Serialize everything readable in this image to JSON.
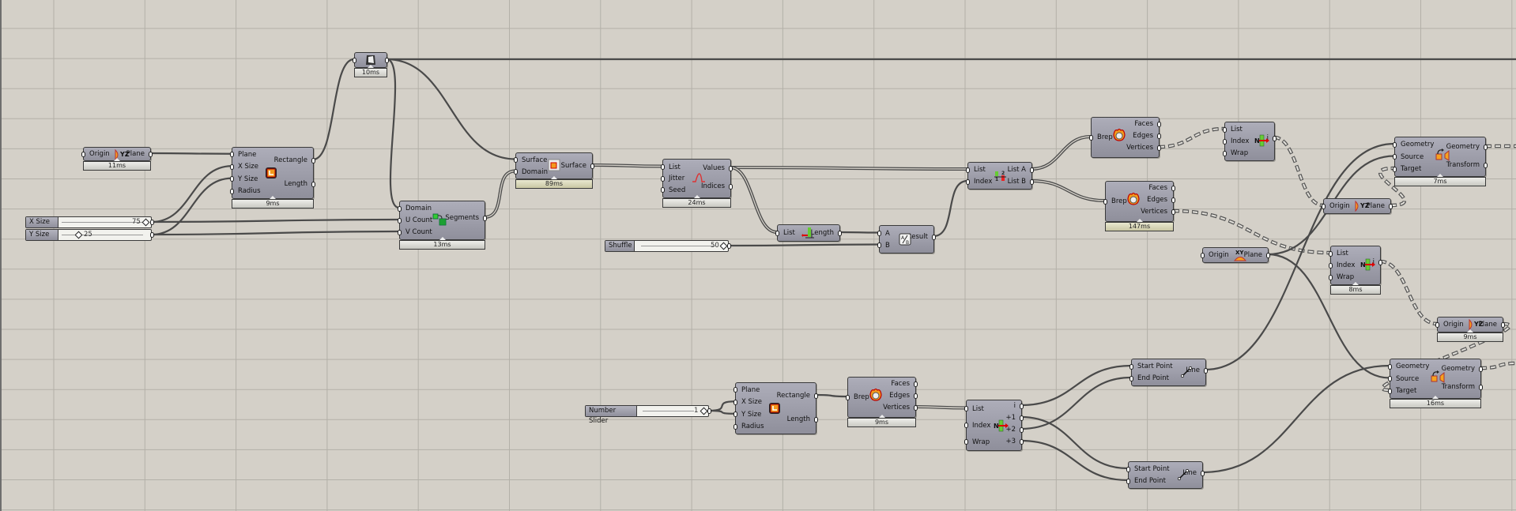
{
  "canvas": {
    "background": "#d4d0c8",
    "wire_color": "#4a4a4a",
    "component_fill": "#9e9eaa"
  },
  "sliders": [
    {
      "name": "X Size",
      "value": "75"
    },
    {
      "name": "Y Size",
      "value": "25"
    },
    {
      "name": "Shuffle",
      "value": "50"
    },
    {
      "name": "Number Slider",
      "value": "1"
    }
  ],
  "components": {
    "yz_plane_1": {
      "inputs": [
        "Origin"
      ],
      "outputs": [
        "Plane"
      ],
      "icon": "yz-plane-icon",
      "icon_text": "YZ",
      "time": "11ms"
    },
    "rectangle_1": {
      "inputs": [
        "Plane",
        "X Size",
        "Y Size",
        "Radius"
      ],
      "outputs": [
        "Rectangle",
        "Length"
      ],
      "icon": "rectangle-icon",
      "time": "9ms"
    },
    "boundary_surface": {
      "icon": "boundary-surface-icon",
      "time": "10ms"
    },
    "divide_domain": {
      "inputs": [
        "Domain",
        "U Count",
        "V Count"
      ],
      "outputs": [
        "Segments"
      ],
      "icon": "divide-domain-icon",
      "time": "13ms"
    },
    "isotrim": {
      "inputs": [
        "Surface",
        "Domain"
      ],
      "outputs": [
        "Surface"
      ],
      "icon": "isotrim-icon",
      "time": "89ms"
    },
    "jitter": {
      "inputs": [
        "List",
        "Jitter",
        "Seed"
      ],
      "outputs": [
        "Values",
        "Indices"
      ],
      "icon": "jitter-icon",
      "time": "24ms"
    },
    "list_length": {
      "inputs": [
        "List"
      ],
      "outputs": [
        "Length"
      ],
      "icon": "list-length-icon"
    },
    "division": {
      "inputs": [
        "A",
        "B"
      ],
      "outputs": [
        "Result"
      ],
      "icon": "division-icon"
    },
    "split_list": {
      "inputs": [
        "List",
        "Index"
      ],
      "outputs": [
        "List A",
        "List B"
      ],
      "icon": "split-list-icon"
    },
    "deconstruct_brep_1": {
      "inputs": [
        "Brep"
      ],
      "outputs": [
        "Faces",
        "Edges",
        "Vertices"
      ],
      "icon": "deconstruct-brep-icon"
    },
    "deconstruct_brep_2": {
      "inputs": [
        "Brep"
      ],
      "outputs": [
        "Faces",
        "Edges",
        "Vertices"
      ],
      "icon": "deconstruct-brep-icon",
      "time": "147ms"
    },
    "list_item_1": {
      "inputs": [
        "List",
        "Index",
        "Wrap"
      ],
      "outputs": [
        "i"
      ],
      "icon": "list-item-icon"
    },
    "orient_1": {
      "inputs": [
        "Geometry",
        "Source",
        "Target"
      ],
      "outputs": [
        "Geometry",
        "Transform"
      ],
      "icon": "orient-icon",
      "time": "7ms"
    },
    "yz_plane_2": {
      "inputs": [
        "Origin"
      ],
      "outputs": [
        "Plane"
      ],
      "icon": "yz-plane-icon",
      "icon_text": "YZ"
    },
    "xy_plane": {
      "inputs": [
        "Origin"
      ],
      "outputs": [
        "Plane"
      ],
      "icon": "xy-plane-icon",
      "icon_text": "XY"
    },
    "list_item_2": {
      "inputs": [
        "List",
        "Index",
        "Wrap"
      ],
      "outputs": [
        "i"
      ],
      "icon": "list-item-icon",
      "time": "8ms"
    },
    "yz_plane_3": {
      "inputs": [
        "Origin"
      ],
      "outputs": [
        "Plane"
      ],
      "icon": "yz-plane-icon",
      "icon_text": "YZ",
      "time": "9ms"
    },
    "orient_2": {
      "inputs": [
        "Geometry",
        "Source",
        "Target"
      ],
      "outputs": [
        "Geometry",
        "Transform"
      ],
      "icon": "orient-icon",
      "time": "16ms"
    },
    "rectangle_2": {
      "inputs": [
        "Plane",
        "X Size",
        "Y Size",
        "Radius"
      ],
      "outputs": [
        "Rectangle",
        "Length"
      ],
      "icon": "rectangle-icon"
    },
    "deconstruct_brep_3": {
      "inputs": [
        "Brep"
      ],
      "outputs": [
        "Faces",
        "Edges",
        "Vertices"
      ],
      "icon": "deconstruct-brep-icon",
      "time": "9ms"
    },
    "list_item_3": {
      "inputs": [
        "List",
        "Index",
        "Wrap"
      ],
      "outputs": [
        "i",
        "+1",
        "+2",
        "+3"
      ],
      "icon": "list-item-icon"
    },
    "line_1": {
      "inputs": [
        "Start Point",
        "End Point"
      ],
      "outputs": [
        "Line"
      ],
      "icon": "line-icon"
    },
    "line_2": {
      "inputs": [
        "Start Point",
        "End Point"
      ],
      "outputs": [
        "Line"
      ],
      "icon": "line-icon"
    }
  }
}
